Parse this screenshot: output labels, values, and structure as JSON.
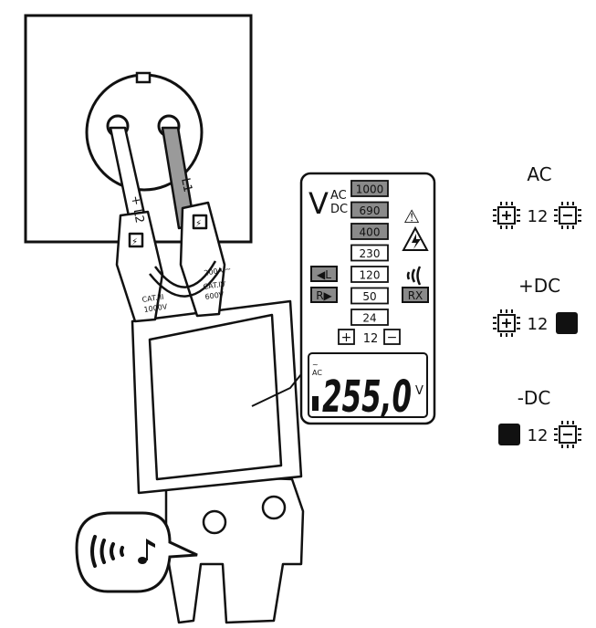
{
  "tester": {
    "probe_l1_label": "L1",
    "probe_l2_label": "+ L2",
    "rating_left_line1": "CAT.III",
    "rating_left_line2": "1000V",
    "rating_right_line1": "CAT.IV",
    "rating_right_line2": "600V",
    "clamp_rating": "200A ~",
    "caution_symbol": "!",
    "hazard_symbol": "⚡"
  },
  "display_panel": {
    "unit_letter": "V",
    "ac_label": "AC",
    "dc_label": "DC",
    "voltage_levels": [
      {
        "label": "1000",
        "lit": true
      },
      {
        "label": "690",
        "lit": true
      },
      {
        "label": "400",
        "lit": true
      },
      {
        "label": "230",
        "lit": false
      },
      {
        "label": "120",
        "lit": false
      },
      {
        "label": "50",
        "lit": false
      },
      {
        "label": "24",
        "lit": false
      }
    ],
    "rotation_left_label": "◀L",
    "rotation_right_label": "R▶",
    "rx_label": "RX",
    "plus_symbol": "+",
    "minus_symbol": "−",
    "polarity_value": "12",
    "lcd": {
      "mode_label": "AC",
      "reading": "255,0",
      "unit": "V"
    }
  },
  "legend": {
    "ac_title": "AC",
    "plus_dc_title": "+DC",
    "minus_dc_title": "-DC",
    "indicator_value": "12",
    "plus_symbol": "+",
    "minus_symbol": "−"
  },
  "colors": {
    "line": "#111111",
    "lit_segment": "#8a8a8a",
    "probe_gray": "#9a9a9a",
    "solid_indicator": "#111111"
  }
}
